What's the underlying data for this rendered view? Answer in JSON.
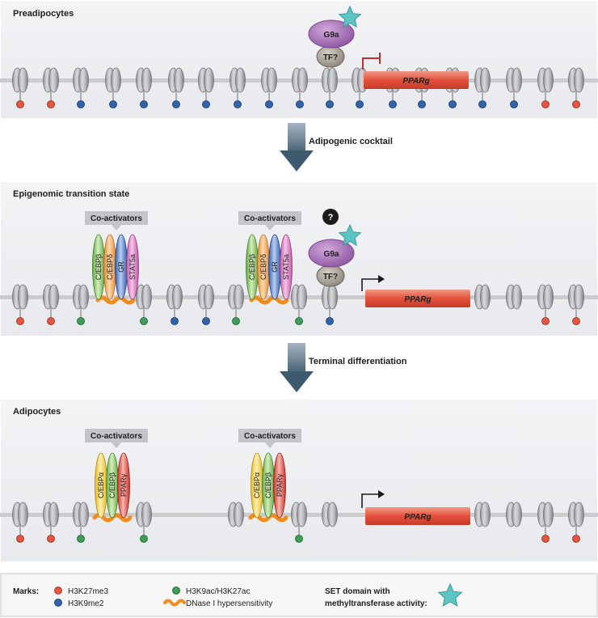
{
  "panels": {
    "preadipocytes": {
      "title": "Preadipocytes",
      "enzyme": "G9a",
      "factor": "TF?",
      "gene": "PPARg"
    },
    "transition": {
      "title": "Epigenomic transition state",
      "coactivators_1": "Co-activators",
      "coactivators_2": "Co-activators",
      "question": "?",
      "enzyme": "G9a",
      "factor": "TF?",
      "gene": "PPARg",
      "proteins": [
        "C/EBPβ",
        "C/EBPδ",
        "GR",
        "STAT5a"
      ]
    },
    "adipocytes": {
      "title": "Adipocytes",
      "coactivators_1": "Co-activators",
      "coactivators_2": "Co-activators",
      "gene": "PPARg",
      "proteins": [
        "C/EBPα",
        "C/EBPβ",
        "PPARγ"
      ]
    }
  },
  "steps": {
    "step1": "Adipogenic cocktail",
    "step2": "Terminal differentiation"
  },
  "legend": {
    "marks_label": "Marks:",
    "h3k27me3": "H3K27me3",
    "h3k9me2": "H3K9me2",
    "h3k9ac": "H3K9ac/H3K27ac",
    "dnase": "DNase I hypersensitivity",
    "set_line1": "SET domain with",
    "set_line2": "methyltransferase activity:"
  },
  "colors": {
    "h3k27me3": "#e8553f",
    "h3k9me2": "#2f64ad",
    "h3k9ac": "#3aa055",
    "dnase": "#ef8c1c",
    "gene_bar": "#e5503c",
    "g9a": "#a770b8",
    "tf": "#9d968a",
    "star": "#5dc4c4"
  }
}
